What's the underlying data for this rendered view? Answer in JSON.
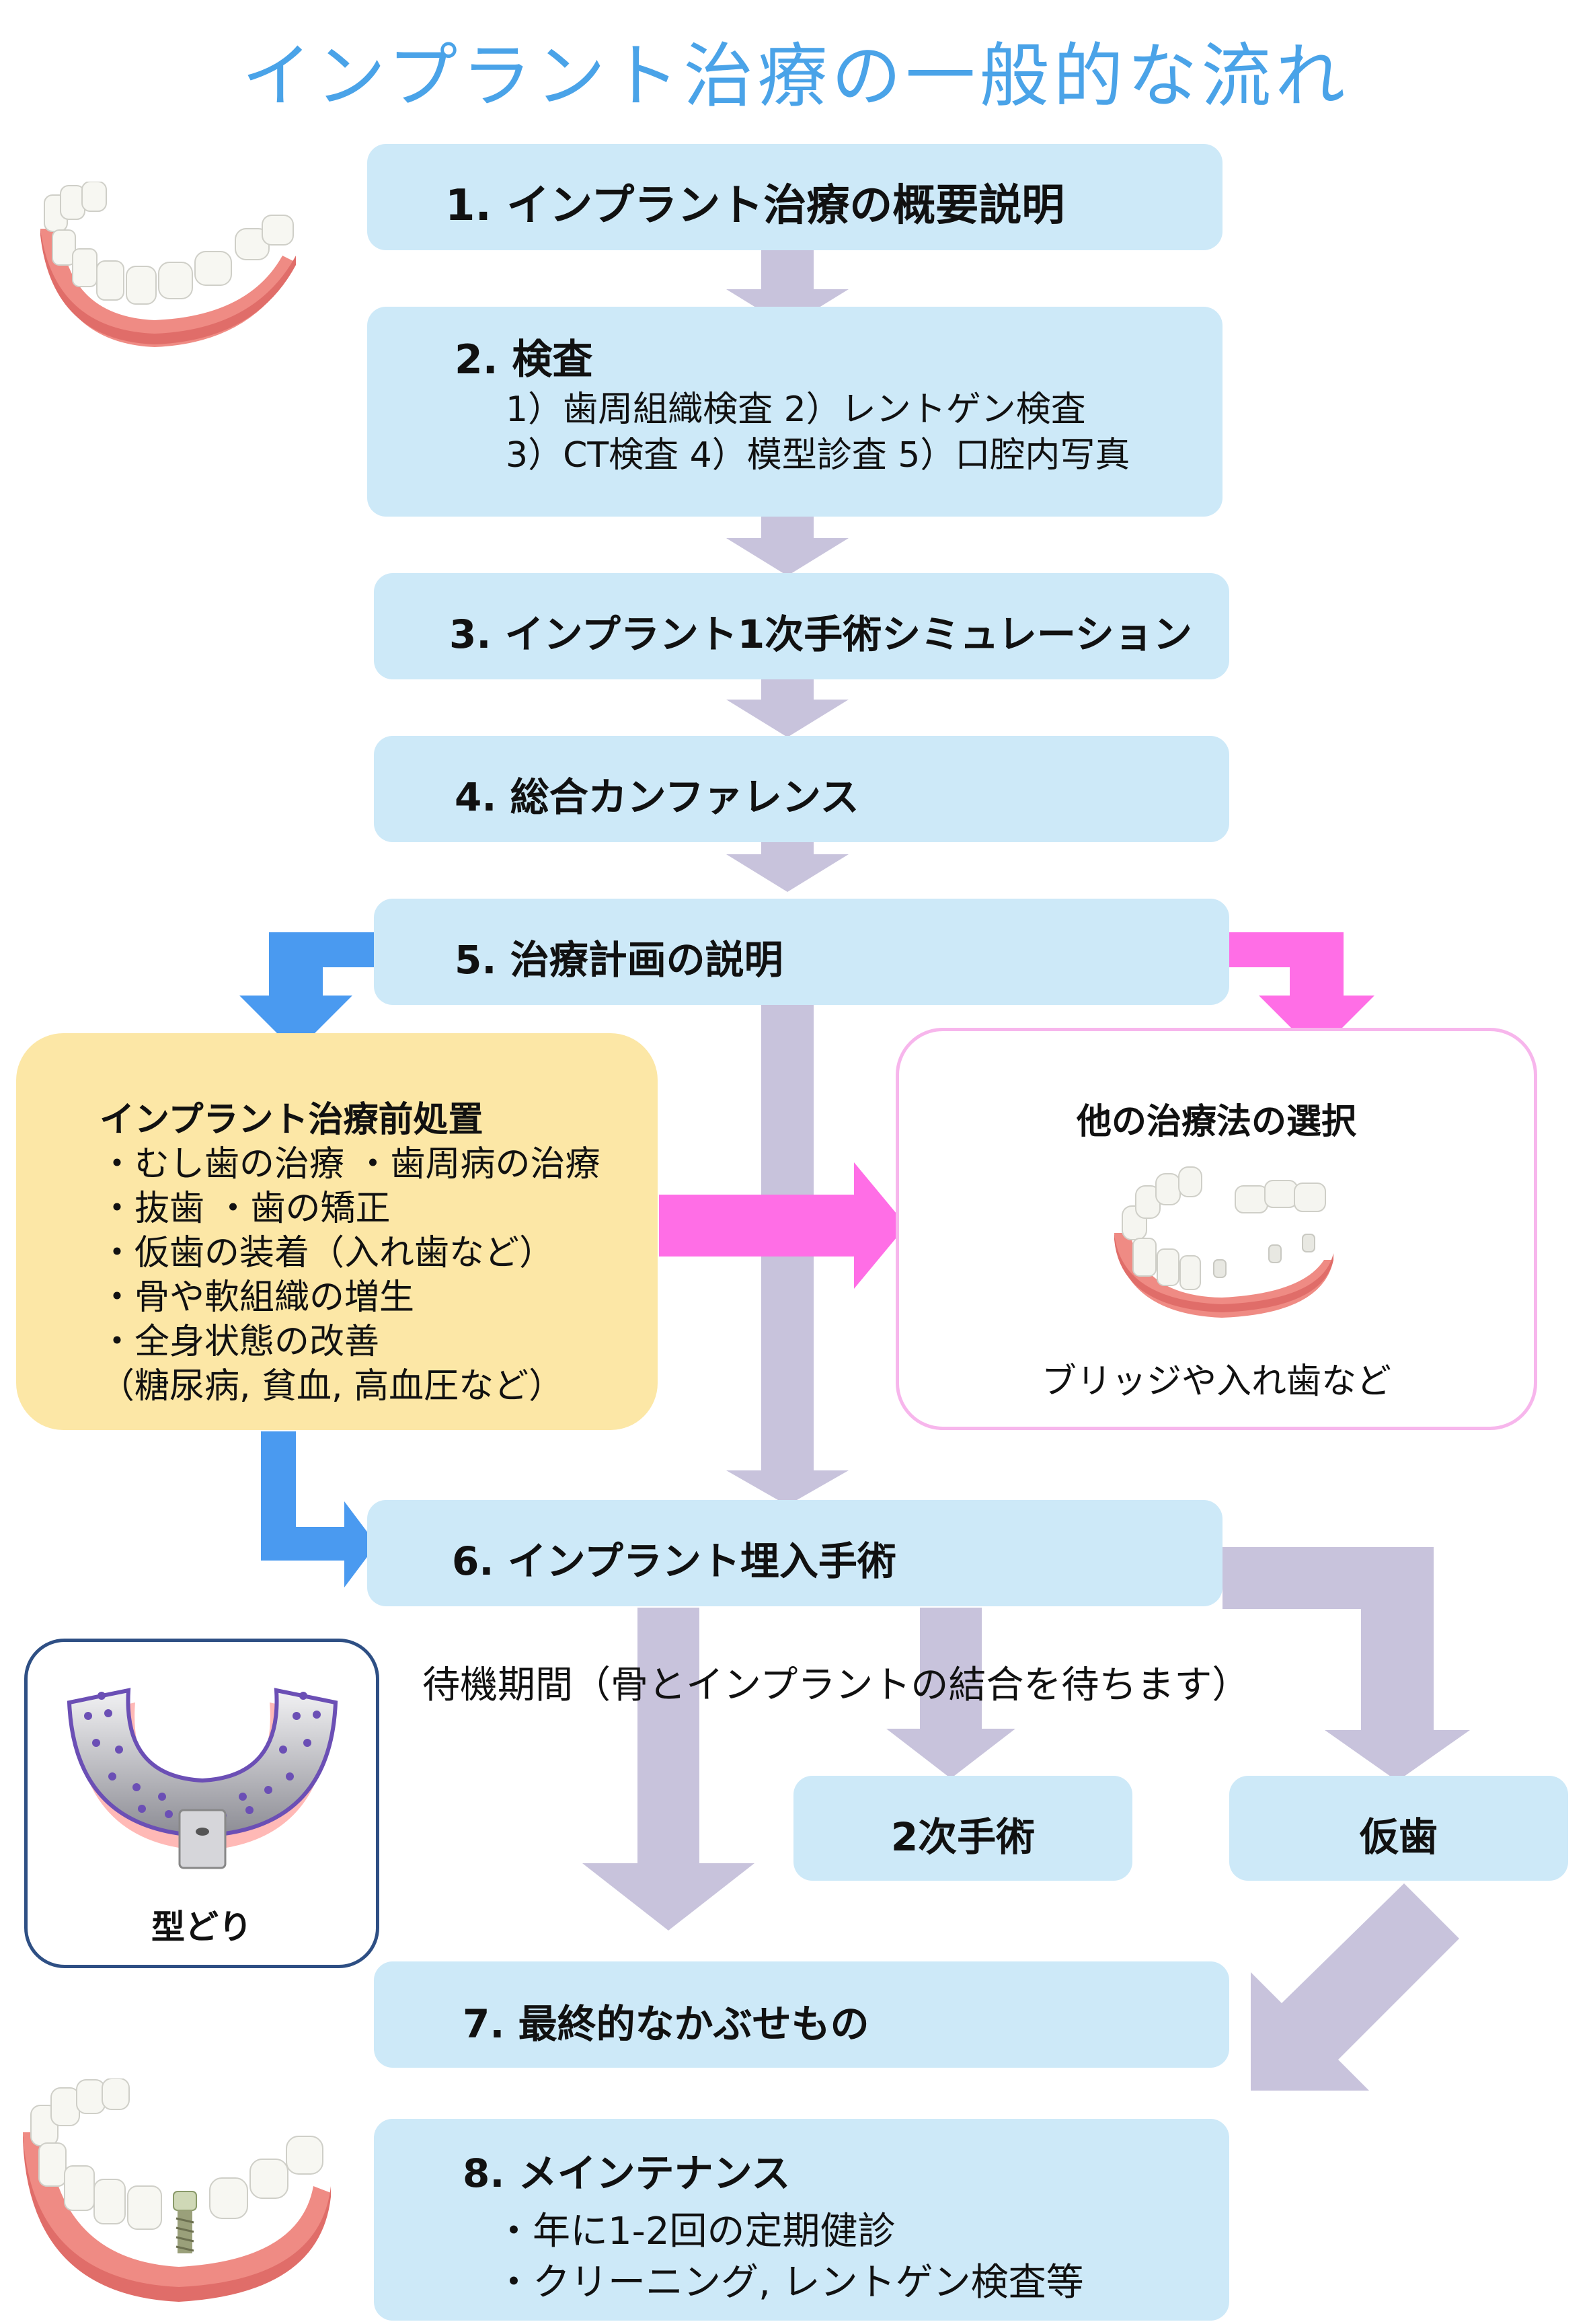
{
  "title": "インプラント治療の一般的な流れ",
  "colors": {
    "title": "#4aa3e8",
    "step_box": "#cde9f8",
    "main_arrow": "#c8c3dc",
    "blue_arrow": "#4a9af0",
    "pink_arrow": "#ff6ee6",
    "pre_box": "#fce7a6",
    "other_border": "#f7b6ec",
    "impression_border": "#2e4f84"
  },
  "steps": [
    {
      "label": "1.  インプラント治療の概要説明"
    },
    {
      "label": "2.  検査",
      "details": [
        "1）歯周組織検査   2）レントゲン検査",
        "3）CT検査   4）模型診査   5）口腔内写真"
      ]
    },
    {
      "label": "3.  インプラント1次手術シミュレーション"
    },
    {
      "label": "4.  総合カンファレンス"
    },
    {
      "label": "5.  治療計画の説明"
    },
    {
      "label": "6.  インプラント埋入手術"
    },
    {
      "label": "7.  最終的なかぶせもの"
    },
    {
      "label": "8.  メインテナンス",
      "details": [
        "・年に1-2回の定期健診",
        "・クリーニング, レントゲン検査等"
      ]
    }
  ],
  "pre_treatment": {
    "title": "インプラント治療前処置",
    "items": [
      "・むし歯の治療   ・歯周病の治療",
      "・抜歯   ・歯の矯正",
      "・仮歯の装着（入れ歯など）",
      "・骨や軟組織の増生",
      "・全身状態の改善",
      "（糖尿病, 貧血, 高血圧など）"
    ]
  },
  "other_treatment": {
    "title": "他の治療法の選択",
    "caption": "ブリッジや入れ歯など"
  },
  "waiting_text": "待機期間（骨とインプラントの結合を待ちます）",
  "second_surgery": "2次手術",
  "temporary_teeth": "仮歯",
  "impression": {
    "caption": "型どり"
  },
  "icons": [
    "lower-dentition-icon",
    "bridge-denture-icon",
    "impression-tray-icon",
    "implant-dentition-icon"
  ]
}
